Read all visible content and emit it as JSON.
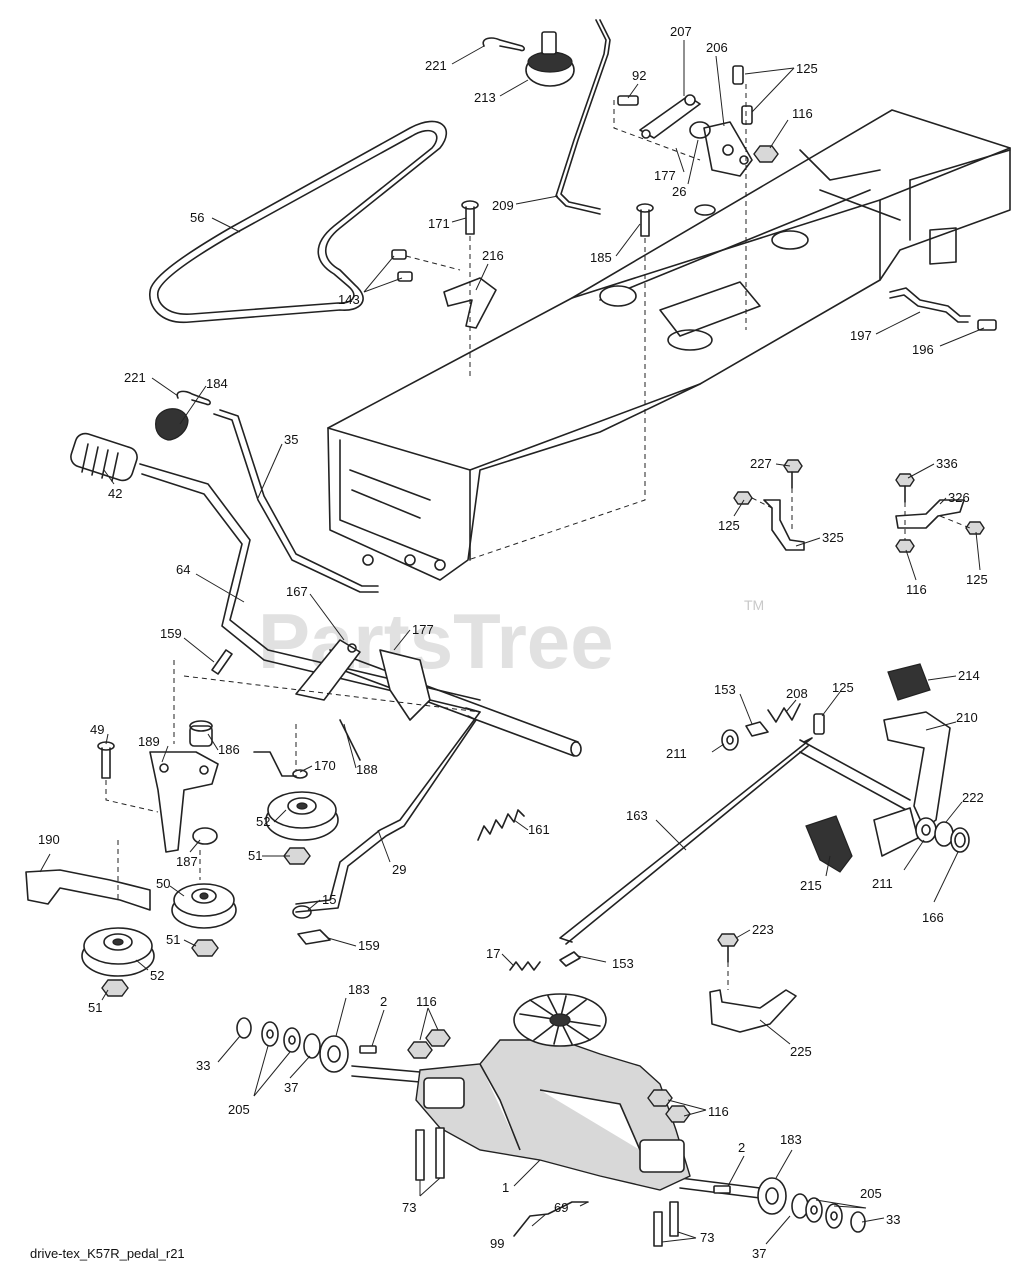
{
  "watermark": {
    "text": "PartsTree",
    "trademark": "TM"
  },
  "footer_label": "drive-tex_K57R_pedal_r21",
  "callouts": [
    {
      "id": "c221a",
      "label": "221"
    },
    {
      "id": "c213",
      "label": "213"
    },
    {
      "id": "c207",
      "label": "207"
    },
    {
      "id": "c206",
      "label": "206"
    },
    {
      "id": "c125a",
      "label": "125"
    },
    {
      "id": "c92",
      "label": "92"
    },
    {
      "id": "c116a",
      "label": "116"
    },
    {
      "id": "c177a",
      "label": "177"
    },
    {
      "id": "c26",
      "label": "26"
    },
    {
      "id": "c56",
      "label": "56"
    },
    {
      "id": "c171",
      "label": "171"
    },
    {
      "id": "c209",
      "label": "209"
    },
    {
      "id": "c185",
      "label": "185"
    },
    {
      "id": "c216",
      "label": "216"
    },
    {
      "id": "c143",
      "label": "143"
    },
    {
      "id": "c197",
      "label": "197"
    },
    {
      "id": "c196",
      "label": "196"
    },
    {
      "id": "c221b",
      "label": "221"
    },
    {
      "id": "c184",
      "label": "184"
    },
    {
      "id": "c35",
      "label": "35"
    },
    {
      "id": "c42",
      "label": "42"
    },
    {
      "id": "c227",
      "label": "227"
    },
    {
      "id": "c336",
      "label": "336"
    },
    {
      "id": "c326",
      "label": "326"
    },
    {
      "id": "c125b",
      "label": "125"
    },
    {
      "id": "c325",
      "label": "325"
    },
    {
      "id": "c116b",
      "label": "116"
    },
    {
      "id": "c125c",
      "label": "125"
    },
    {
      "id": "c64",
      "label": "64"
    },
    {
      "id": "c167",
      "label": "167"
    },
    {
      "id": "c177b",
      "label": "177"
    },
    {
      "id": "c159a",
      "label": "159"
    },
    {
      "id": "c214",
      "label": "214"
    },
    {
      "id": "c153a",
      "label": "153"
    },
    {
      "id": "c208",
      "label": "208"
    },
    {
      "id": "c125d",
      "label": "125"
    },
    {
      "id": "c210",
      "label": "210"
    },
    {
      "id": "c49",
      "label": "49"
    },
    {
      "id": "c189",
      "label": "189"
    },
    {
      "id": "c186",
      "label": "186"
    },
    {
      "id": "c170",
      "label": "170"
    },
    {
      "id": "c188",
      "label": "188"
    },
    {
      "id": "c211a",
      "label": "211"
    },
    {
      "id": "c163",
      "label": "163"
    },
    {
      "id": "c161",
      "label": "161"
    },
    {
      "id": "c222",
      "label": "222"
    },
    {
      "id": "c52a",
      "label": "52"
    },
    {
      "id": "c187",
      "label": "187"
    },
    {
      "id": "c51a",
      "label": "51"
    },
    {
      "id": "c29",
      "label": "29"
    },
    {
      "id": "c190",
      "label": "190"
    },
    {
      "id": "c50",
      "label": "50"
    },
    {
      "id": "c215",
      "label": "215"
    },
    {
      "id": "c211b",
      "label": "211"
    },
    {
      "id": "c166",
      "label": "166"
    },
    {
      "id": "c15",
      "label": "15"
    },
    {
      "id": "c51b",
      "label": "51"
    },
    {
      "id": "c159b",
      "label": "159"
    },
    {
      "id": "c52b",
      "label": "52"
    },
    {
      "id": "c223",
      "label": "223"
    },
    {
      "id": "c17",
      "label": "17"
    },
    {
      "id": "c153b",
      "label": "153"
    },
    {
      "id": "c51c",
      "label": "51"
    },
    {
      "id": "c183a",
      "label": "183"
    },
    {
      "id": "c116c",
      "label": "116"
    },
    {
      "id": "c2a",
      "label": "2"
    },
    {
      "id": "c225",
      "label": "225"
    },
    {
      "id": "c33a",
      "label": "33"
    },
    {
      "id": "c37a",
      "label": "37"
    },
    {
      "id": "c205a",
      "label": "205"
    },
    {
      "id": "c116d",
      "label": "116"
    },
    {
      "id": "c2b",
      "label": "2"
    },
    {
      "id": "c183b",
      "label": "183"
    },
    {
      "id": "c1",
      "label": "1"
    },
    {
      "id": "c205b",
      "label": "205"
    },
    {
      "id": "c73a",
      "label": "73"
    },
    {
      "id": "c99",
      "label": "99"
    },
    {
      "id": "c69",
      "label": "69"
    },
    {
      "id": "c33b",
      "label": "33"
    },
    {
      "id": "c73b",
      "label": "73"
    },
    {
      "id": "c37b",
      "label": "37"
    }
  ]
}
